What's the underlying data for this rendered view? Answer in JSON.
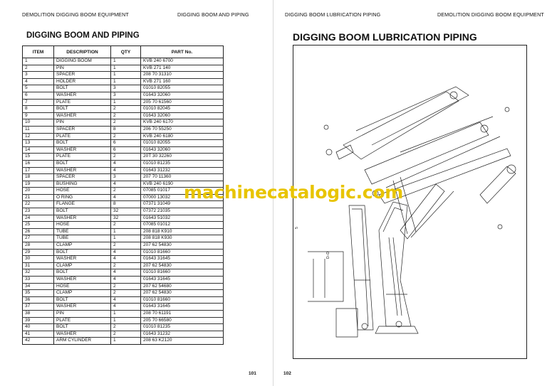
{
  "left_page": {
    "header_left": "DEMOLITION DIGGING BOOM EQUIPMENT",
    "header_right": "DIGGING BOOM AND PIPING",
    "section_title": "DIGGING BOOM AND PIPING",
    "page_number": "101",
    "table": {
      "headers": [
        "ITEM",
        "DESCRIPTION",
        "QTY",
        "PART No."
      ],
      "rows": [
        [
          "1",
          "DIGGING BOOM",
          "1",
          "KVB 240 6700"
        ],
        [
          "2",
          "PIN",
          "1",
          "KVB 271 140"
        ],
        [
          "3",
          "SPACER",
          "1",
          "208 70 31310"
        ],
        [
          "4",
          "HOLDER",
          "1",
          "KVB 271 160"
        ],
        [
          "5",
          "BOLT",
          "3",
          "01010 82055"
        ],
        [
          "6",
          "WASHER",
          "3",
          "01643 32060"
        ],
        [
          "7",
          "PLATE",
          "1",
          "205 70 61560"
        ],
        [
          "8",
          "BOLT",
          "2",
          "01010 82045"
        ],
        [
          "9",
          "WASHER",
          "2",
          "01643 32060"
        ],
        [
          "10",
          "PIN",
          "2",
          "KVB 240 6170"
        ],
        [
          "11",
          "SPACER",
          "8",
          "206 70 55250"
        ],
        [
          "12",
          "PLATE",
          "2",
          "KVB 240 6180"
        ],
        [
          "13",
          "BOLT",
          "6",
          "01010 82055"
        ],
        [
          "14",
          "WASHER",
          "6",
          "01643 32060"
        ],
        [
          "15",
          "PLATE",
          "2",
          "20T 30 32260"
        ],
        [
          "16",
          "BOLT",
          "4",
          "01010 81235"
        ],
        [
          "17",
          "WASHER",
          "4",
          "01643 31232"
        ],
        [
          "18",
          "SPACER",
          "3",
          "207 70 11360"
        ],
        [
          "19",
          "BUSHING",
          "4",
          "KVB 240 6190"
        ],
        [
          "20",
          "HOSE",
          "2",
          "07085 01017"
        ],
        [
          "21",
          "O RING",
          "4",
          "07000 13032"
        ],
        [
          "22",
          "FLANGE",
          "8",
          "07371 31049"
        ],
        [
          "23",
          "BOLT",
          "32",
          "07372 21035"
        ],
        [
          "24",
          "WASHER",
          "32",
          "01643 51032"
        ],
        [
          "25",
          "HOSE",
          "2",
          "07085 01012"
        ],
        [
          "26",
          "TUBE",
          "1",
          "208 818 K910"
        ],
        [
          "27",
          "TUBE",
          "1",
          "208 818 K930"
        ],
        [
          "28",
          "CLAMP",
          "2",
          "207 62 54830"
        ],
        [
          "29",
          "BOLT",
          "4",
          "01010 81660"
        ],
        [
          "30",
          "WASHER",
          "4",
          "01643 31645"
        ],
        [
          "31",
          "CLAMP",
          "2",
          "207 62 54830"
        ],
        [
          "32",
          "BOLT",
          "4",
          "01010 81660"
        ],
        [
          "33",
          "WASHER",
          "4",
          "01643 31645"
        ],
        [
          "34",
          "HOSE",
          "2",
          "207 62 54680"
        ],
        [
          "35",
          "CLAMP",
          "2",
          "207 62 54830"
        ],
        [
          "36",
          "BOLT",
          "4",
          "01010 81660"
        ],
        [
          "37",
          "WASHER",
          "4",
          "01643 31645"
        ],
        [
          "38",
          "PIN",
          "1",
          "208 70 61191"
        ],
        [
          "39",
          "PLATE",
          "1",
          "205 70 66580"
        ],
        [
          "40",
          "BOLT",
          "2",
          "01010 81235"
        ],
        [
          "41",
          "WASHER",
          "2",
          "01643 31232"
        ],
        [
          "42",
          "ARM CYLINDER",
          "1",
          "208 63 K2120"
        ]
      ]
    }
  },
  "right_page": {
    "header_left": "DIGGING BOOM LUBRICATION PIPING",
    "header_right": "DEMOLITION DIGGING BOOM EQUIPMENT",
    "section_title": "DIGGING BOOM LUBRICATION PIPING",
    "page_number": "102",
    "watermark": "machinecatalogic.com",
    "diagram_labels": {
      "section_mark": "D–D",
      "callout": "5"
    }
  }
}
